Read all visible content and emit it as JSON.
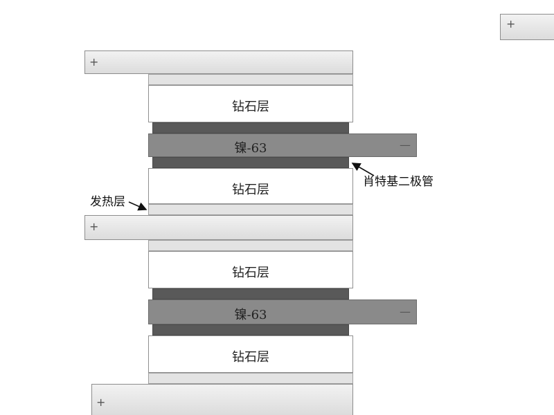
{
  "labels": {
    "diamond_layer": "钻石层",
    "nickel_layer": "镍-63",
    "schottky_diode": "肖特基二极管",
    "heating_layer": "发热层"
  },
  "signs": {
    "plus": "+",
    "minus": "—"
  }
}
